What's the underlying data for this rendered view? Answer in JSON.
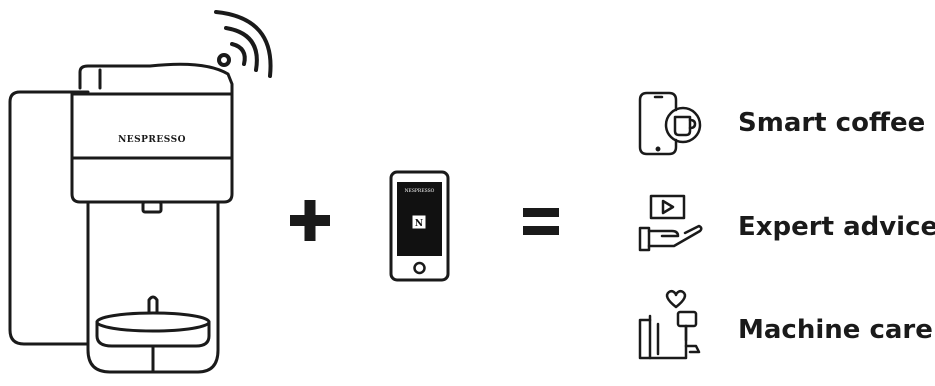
{
  "machine": {
    "brand_text": "NESPRESSO"
  },
  "phone": {
    "brand_text": "NESPRESSO",
    "badge_text": "N"
  },
  "operators": {
    "plus_icon": "plus-icon",
    "equals_icon": "equals-icon"
  },
  "benefits": [
    {
      "label": "Smart coffee",
      "icon": "phone-coffee-cup-icon"
    },
    {
      "label": "Expert advice",
      "icon": "video-hand-icon"
    },
    {
      "label": "Machine care",
      "icon": "heart-machine-icon"
    }
  ],
  "colors": {
    "stroke": "#1a1a1a",
    "background": "#ffffff",
    "phone_screen": "#111111"
  }
}
